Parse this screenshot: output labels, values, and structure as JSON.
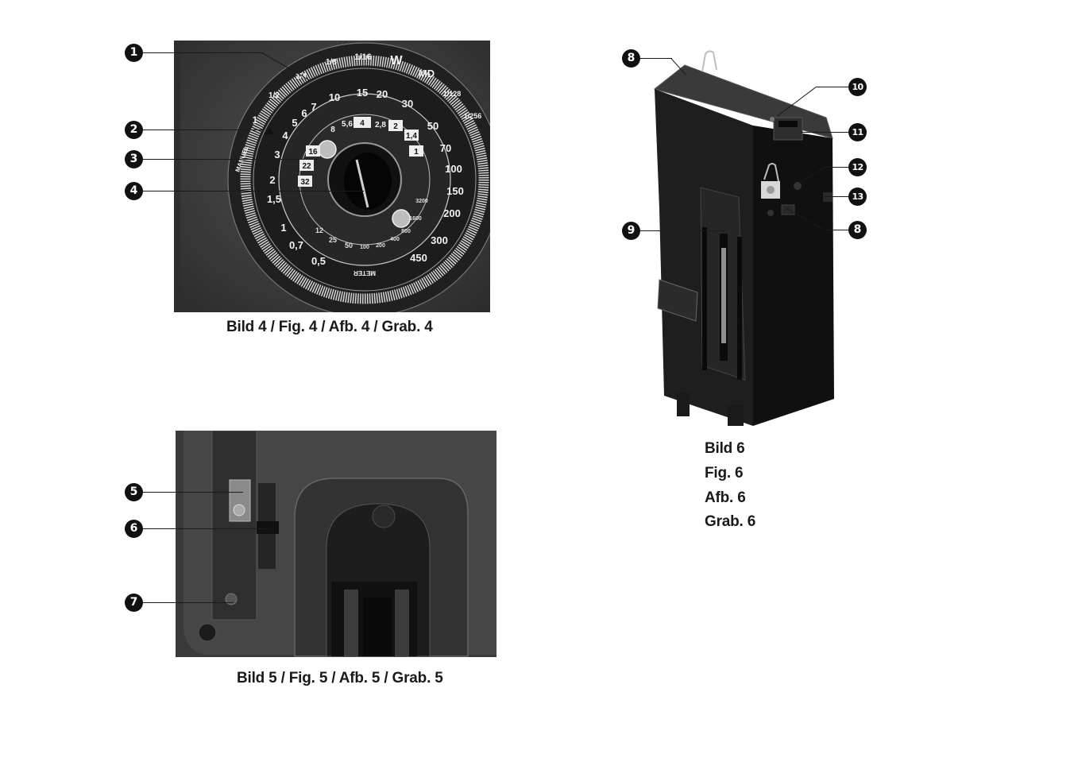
{
  "figures": {
    "fig4": {
      "caption": "Bild 4 / Fig. 4 / Afb. 4 / Grab. 4",
      "dial": {
        "outer_ring": [
          "1/2",
          "1/4",
          "1/8",
          "1/16",
          "W",
          "MD",
          "1/128",
          "1/256"
        ],
        "manuel_label": "MANUEL",
        "manuel_value": "1",
        "distance_scale": [
          "0,5",
          "0,7",
          "1",
          "1,5",
          "2",
          "3",
          "4",
          "5",
          "6",
          "7",
          "10",
          "15",
          "20",
          "30",
          "50",
          "70",
          "100",
          "150",
          "200",
          "300",
          "450"
        ],
        "aperture_scale": [
          "32",
          "22",
          "16",
          "8",
          "5,6",
          "4",
          "2,8",
          "2",
          "1,4",
          "1"
        ],
        "iso_scale": [
          "12",
          "25",
          "50",
          "100",
          "200",
          "400",
          "800",
          "1600",
          "3200"
        ],
        "meter_label": "METER"
      }
    },
    "fig5": {
      "caption": "Bild 5 / Fig. 5 / Afb. 5 / Grab. 5"
    },
    "fig6": {
      "caption_lines": [
        "Bild 6",
        "Fig. 6",
        "Afb. 6",
        "Grab. 6"
      ]
    }
  },
  "callouts": [
    "1",
    "2",
    "3",
    "4",
    "5",
    "6",
    "7",
    "8",
    "9",
    "10",
    "11",
    "12",
    "13",
    "8"
  ]
}
